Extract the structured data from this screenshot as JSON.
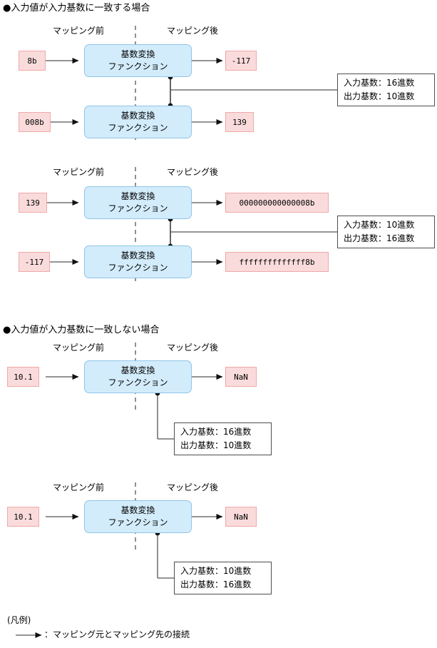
{
  "sections": [
    {
      "heading": "●入力値が入力基数に一致する場合",
      "groups": [
        {
          "caption_before": "マッピング前",
          "caption_after": "マッピング後",
          "note": {
            "line1": "入力基数：16進数",
            "line2": "出力基数：10進数"
          },
          "rows": [
            {
              "input": "8b",
              "function": {
                "line1": "基数変換",
                "line2": "ファンクション"
              },
              "output": "-117"
            },
            {
              "input": "008b",
              "function": {
                "line1": "基数変換",
                "line2": "ファンクション"
              },
              "output": "139"
            }
          ]
        },
        {
          "caption_before": "マッピング前",
          "caption_after": "マッピング後",
          "note": {
            "line1": "入力基数：10進数",
            "line2": "出力基数：16進数"
          },
          "rows": [
            {
              "input": "139",
              "function": {
                "line1": "基数変換",
                "line2": "ファンクション"
              },
              "output": "000000000000008b"
            },
            {
              "input": "-117",
              "function": {
                "line1": "基数変換",
                "line2": "ファンクション"
              },
              "output": "ffffffffffffff8b"
            }
          ]
        }
      ]
    },
    {
      "heading": "●入力値が入力基数に一致しない場合",
      "groups": [
        {
          "caption_before": "マッピング前",
          "caption_after": "マッピング後",
          "note": {
            "line1": "入力基数：16進数",
            "line2": "出力基数：10進数"
          },
          "rows": [
            {
              "input": "10.1",
              "function": {
                "line1": "基数変換",
                "line2": "ファンクション"
              },
              "output": "NaN"
            }
          ]
        },
        {
          "caption_before": "マッピング前",
          "caption_after": "マッピング後",
          "note": {
            "line1": "入力基数：10進数",
            "line2": "出力基数：16進数"
          },
          "rows": [
            {
              "input": "10.1",
              "function": {
                "line1": "基数変換",
                "line2": "ファンクション"
              },
              "output": "NaN"
            }
          ]
        }
      ]
    }
  ],
  "legend": {
    "title": "(凡例)",
    "arrow_icon": "arrow-right-icon",
    "description": "：マッピング元とマッピング先の接続"
  },
  "colors": {
    "chip_fill": "#fadbdb",
    "chip_border": "#f0a9a9",
    "function_fill": "#d3ecfb",
    "function_border": "#8fc5e8",
    "note_border": "#4d4d4d",
    "wire": "#555555",
    "divider": "#555555"
  }
}
